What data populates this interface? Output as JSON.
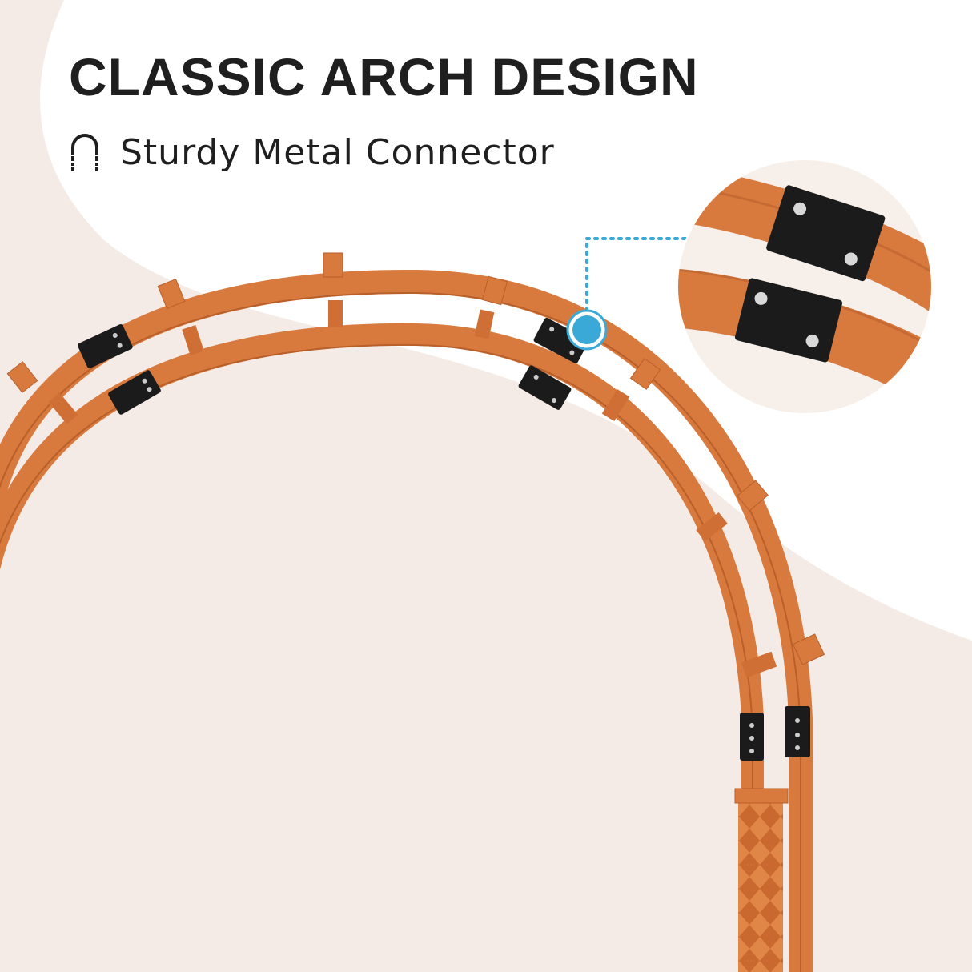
{
  "heading": {
    "title": "CLASSIC ARCH DESIGN",
    "subtitle": "Sturdy Metal Connector",
    "subtitle_icon": "arch-icon"
  },
  "colors": {
    "background_tint": "#f4ebe6",
    "arch_orange": "#d87a3e",
    "arch_orange_dark": "#b85f2a",
    "connector_black": "#1b1b1b",
    "callout_blue": "#3aa9d8",
    "text": "#1f1f1f"
  },
  "callout": {
    "marker_icon": "callout-dot-icon",
    "zoom_view": "connector-closeup"
  }
}
